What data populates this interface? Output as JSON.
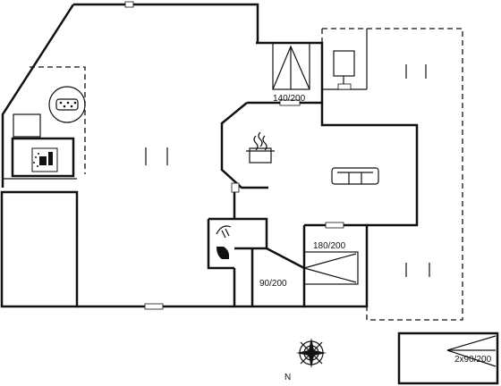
{
  "labels": {
    "bed_double_top": "140/200",
    "bed_double_mid": "180/200",
    "bed_single": "90/200",
    "annex_beds": "2x90/200",
    "north": "N"
  },
  "icons": [
    "bathtub-icon",
    "sauna-icon",
    "stove-icon",
    "sofa-icon",
    "toilet-icon",
    "shower-icon",
    "compass-icon",
    "bed-icon"
  ],
  "colors": {
    "line": "#111111",
    "background": "#ffffff"
  }
}
